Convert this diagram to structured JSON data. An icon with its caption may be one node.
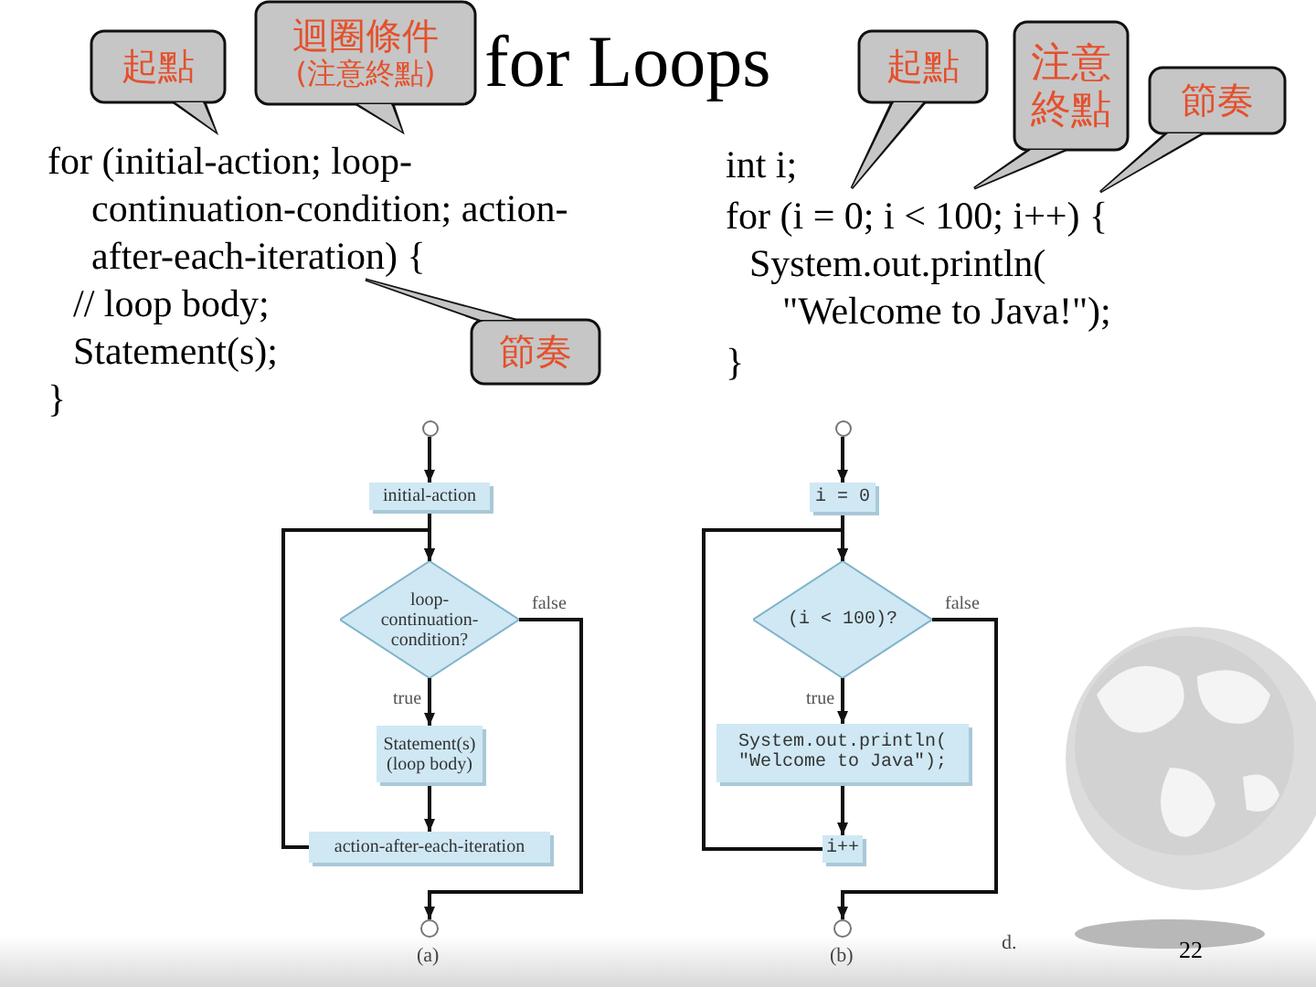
{
  "diagram": {
    "title": "for Loops",
    "nodes": [
      {
        "text": [
          "起點"
        ]
      },
      {
        "text": [
          "迴圈條件",
          "(注意終點)"
        ]
      },
      {
        "text": [
          "起點"
        ]
      },
      {
        "text": [
          "注意終點"
        ]
      },
      {
        "text": [
          "節奏"
        ]
      },
      {
        "text": [
          "節奏"
        ]
      },
      {
        "text": [],
        "shape": "circle"
      },
      {
        "text": [
          "initial-action"
        ]
      },
      {
        "text": [
          "loop-continuation-condition?"
        ]
      },
      {
        "text": [
          "Statement(s) (loop body)"
        ]
      },
      {
        "text": [
          "action-after-each-iteration"
        ]
      },
      {
        "text": [],
        "shape": "circle"
      },
      {
        "text": [],
        "shape": "circle"
      },
      {
        "text": [
          "i = 0"
        ]
      },
      {
        "text": [
          "(i < 100)?"
        ]
      },
      {
        "text": [
          "System.out.println( \"Welcome to Java\");"
        ]
      },
      {
        "text": [
          "i++"
        ]
      },
      {
        "text": [],
        "shape": "circle"
      }
    ],
    "edges": [
      {
        "from": 6,
        "to": 7,
        "arrow": "to"
      },
      {
        "from": 7,
        "to": 8,
        "arrow": "to"
      },
      {
        "from": 8,
        "to": 9,
        "arrow": "to",
        "label": "true"
      },
      {
        "from": 9,
        "to": 10,
        "arrow": "to"
      },
      {
        "from": 10,
        "to": 8,
        "arrow": "to"
      },
      {
        "from": 8,
        "to": 11,
        "arrow": "to",
        "label": "false"
      },
      {
        "from": 12,
        "to": 13,
        "arrow": "to"
      },
      {
        "from": 13,
        "to": 14,
        "arrow": "to"
      },
      {
        "from": 14,
        "to": 15,
        "arrow": "to",
        "label": "true"
      },
      {
        "from": 15,
        "to": 16,
        "arrow": "to"
      },
      {
        "from": 16,
        "to": 14,
        "arrow": "to"
      },
      {
        "from": 14,
        "to": 17,
        "arrow": "to",
        "label": "false"
      }
    ],
    "labels": [
      "for (initial-action; loop-",
      "continuation-condition; action-",
      "after-each-iteration) {",
      "// loop body;",
      "Statement(s);",
      "}",
      "int i;",
      "for (i = 0; i < 100; i++) {",
      "System.out.println(",
      "\"Welcome to Java!\");",
      "}",
      "(a)",
      "(b)",
      "d.",
      "22"
    ]
  }
}
